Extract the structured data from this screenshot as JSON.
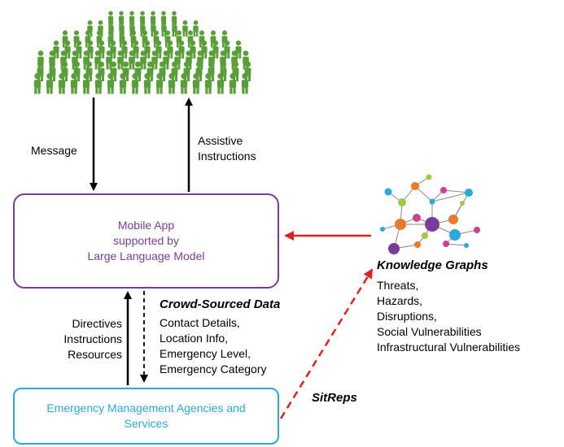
{
  "arrows": {
    "message": "Message",
    "assistive": [
      "Assistive",
      "Instructions"
    ],
    "directives": [
      "Directives",
      "Instructions",
      "Resources"
    ]
  },
  "mobile_app": {
    "lines": [
      "Mobile App",
      "supported by",
      "Large Language Model"
    ]
  },
  "crowd": {
    "title": "Crowd-Sourced Data",
    "items": [
      "Contact Details,",
      "Location Info,",
      "Emergency Level,",
      "Emergency Category"
    ]
  },
  "agencies": {
    "lines": [
      "Emergency Management Agencies and",
      "Services"
    ]
  },
  "sitreps": "SitReps",
  "knowledge": {
    "title": "Knowledge Graphs",
    "items": [
      "Threats,",
      "Hazards,",
      "Disruptions,",
      "Social Vulnerabilities",
      "Infrastructural Vulnerabilities"
    ]
  },
  "colors": {
    "crowd_green": "#5a9e3a",
    "app_purple": "#7a3c9a",
    "agency_blue": "#2aa9dc",
    "arrow_red": "#e02020"
  }
}
